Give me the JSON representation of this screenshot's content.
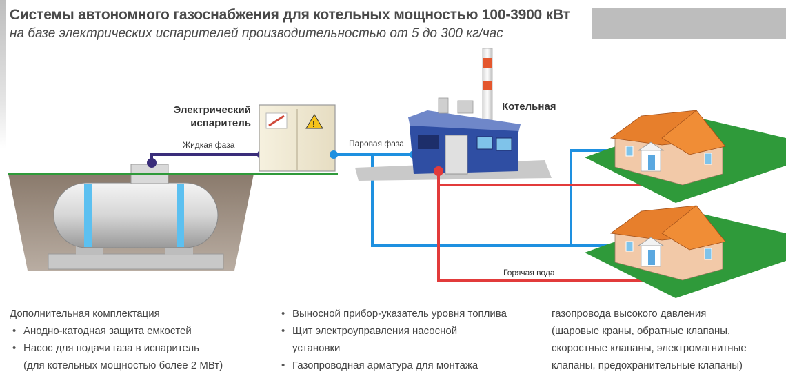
{
  "header": {
    "title": "Системы автономного газоснабжения для котельных мощностью 100-3900 кВт",
    "subtitle": "на базе электрических испарителей производительностью от 5 до 300 кг/час"
  },
  "labels": {
    "evaporator_line1": "Электрический",
    "evaporator_line2": "испаритель",
    "boiler_room": "Котельная",
    "liquid_phase": "Жидкая фаза",
    "vapor_phase": "Паровая фаза",
    "hot_water": "Горячая вода"
  },
  "equipment": {
    "heading": "Дополнительная комплектация",
    "col1": [
      "Анодно-катодная защита емкостей",
      "Насос для подачи газа в испаритель"
    ],
    "col1_cont": "(для котельных мощностью более 2 МВт)",
    "col2": [
      "Выносной прибор-указатель уровня топлива",
      "Щит электроуправления насосной"
    ],
    "col2_cont": "установки",
    "col2_last": "Газопроводная арматура для монтажа",
    "col3": [
      "газопровода высокого давления",
      "(шаровые краны, обратные клапаны,",
      "скоростные клапаны, электромагнитные",
      "клапаны, предохранительные клапаны)"
    ]
  },
  "colors": {
    "liquid_line": "#3a2d7a",
    "vapor_line": "#1e90e0",
    "hot_water_line": "#e23b3b",
    "ground": "#2f9a3a",
    "boiler_blue": "#2f4ea3",
    "roof": "#e77f2c"
  }
}
